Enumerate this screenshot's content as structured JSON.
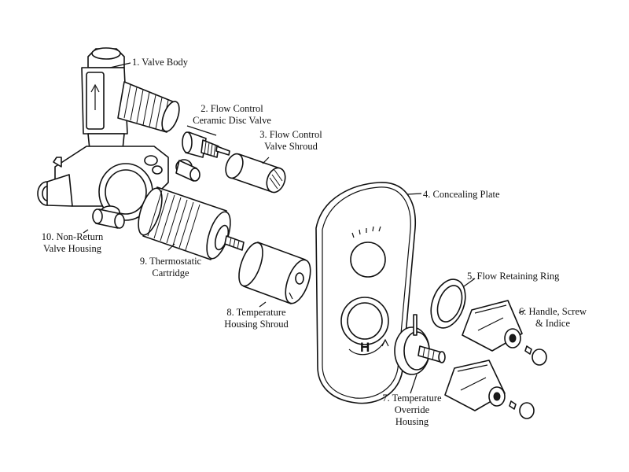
{
  "parts": [
    {
      "label_line1": "1. Valve Body",
      "label_line2": ""
    },
    {
      "label_line1": "2. Flow Control",
      "label_line2": "Ceramic Disc Valve"
    },
    {
      "label_line1": "3. Flow Control",
      "label_line2": "Valve Shroud"
    },
    {
      "label_line1": "4. Concealing Plate",
      "label_line2": ""
    },
    {
      "label_line1": "5. Flow Retaining Ring",
      "label_line2": ""
    },
    {
      "label_line1": "6. Handle, Screw",
      "label_line2": "& Indice"
    },
    {
      "label_line1": "7. Temperature",
      "label_line2": "Override",
      "label_line3": "Housing"
    },
    {
      "label_line1": "8. Temperature",
      "label_line2": "Housing Shroud"
    },
    {
      "label_line1": "9. Thermostatic",
      "label_line2": "Cartridge"
    },
    {
      "label_line1": "10. Non-Return",
      "label_line2": "Valve Housing"
    }
  ],
  "plate_marking": "H",
  "colors": {
    "line": "#111111",
    "background": "#ffffff"
  }
}
